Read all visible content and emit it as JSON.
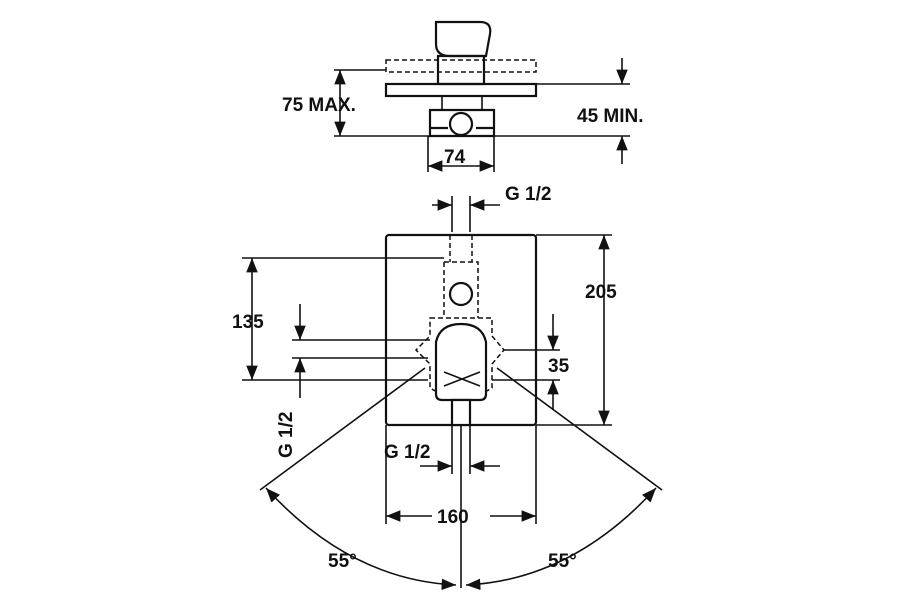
{
  "top_view": {
    "dim_max": "75 MAX.",
    "dim_min": "45 MIN.",
    "dim_width": "74"
  },
  "front_view": {
    "thread_top": "G 1/2",
    "height_total": "205",
    "height_outlet": "135",
    "offset_side": "35",
    "thread_left": "G 1/2",
    "thread_bottom": "G 1/2",
    "width_total": "160",
    "angle_left": "55°",
    "angle_right": "55°"
  }
}
